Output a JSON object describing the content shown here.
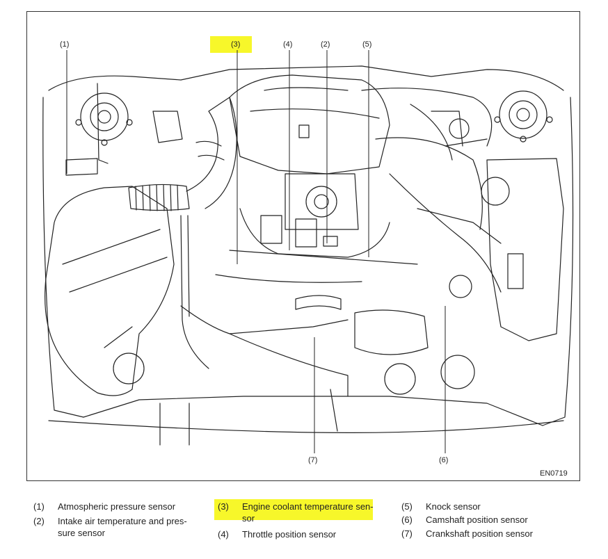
{
  "diagram": {
    "figure_id": "EN0719",
    "callouts": [
      {
        "num": "(1)",
        "highlighted": false
      },
      {
        "num": "(3)",
        "highlighted": true
      },
      {
        "num": "(4)",
        "highlighted": false
      },
      {
        "num": "(2)",
        "highlighted": false
      },
      {
        "num": "(5)",
        "highlighted": false
      },
      {
        "num": "(7)",
        "highlighted": false
      },
      {
        "num": "(6)",
        "highlighted": false
      }
    ],
    "highlight_color": "#f7f72a",
    "line_color": "#222222"
  },
  "legend": [
    {
      "num": "(1)",
      "text": "Atmospheric pressure sensor"
    },
    {
      "num": "(2)",
      "text": "Intake air temperature and pres-\nsure sensor"
    },
    {
      "num": "(3)",
      "text": "Engine coolant temperature sen-\nsor",
      "highlighted": true
    },
    {
      "num": "(4)",
      "text": "Throttle position sensor"
    },
    {
      "num": "(5)",
      "text": "Knock sensor"
    },
    {
      "num": "(6)",
      "text": "Camshaft position sensor"
    },
    {
      "num": "(7)",
      "text": "Crankshaft position sensor"
    }
  ]
}
